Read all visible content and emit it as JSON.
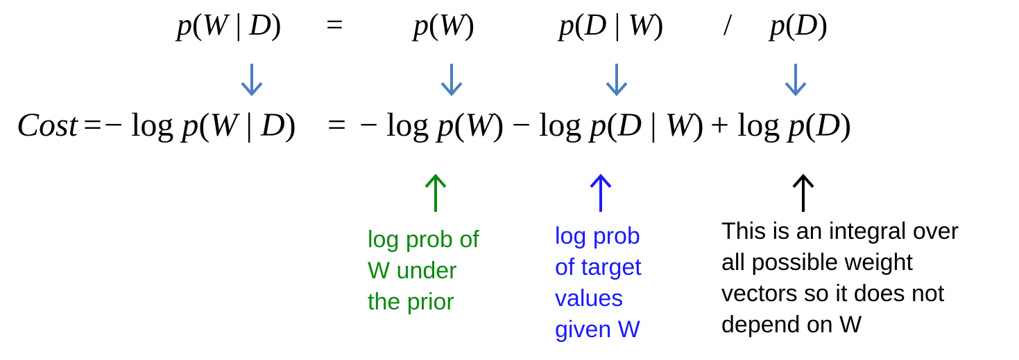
{
  "equation_top": {
    "lhs": "p(W | D)",
    "equals": "=",
    "term_prior": "p(W)",
    "term_likelihood": "p(D | W)",
    "divide": "/",
    "term_evidence": "p(D)"
  },
  "equation_bottom": {
    "cost": "Cost",
    "eq1": "=",
    "neg_log_posterior": "− log p(W | D)",
    "eq2": "=",
    "neg_log_prior": "− log p(W)",
    "neg_log_likelihood": "− log p(D | W)",
    "plus_log_evidence": "+ log p(D)"
  },
  "annotations": {
    "prior": [
      "log prob of",
      "W under",
      "the prior"
    ],
    "likelihood": [
      "log prob",
      "of target",
      "values",
      "given W"
    ],
    "evidence": [
      "This is an integral over",
      "all possible weight",
      "vectors so it does not",
      "depend on W"
    ]
  },
  "colors": {
    "down_arrow": "#4a7fc1",
    "prior_arrow": "#0c8a10",
    "likelihood_arrow": "#1a1aff",
    "evidence_arrow": "#000000"
  }
}
